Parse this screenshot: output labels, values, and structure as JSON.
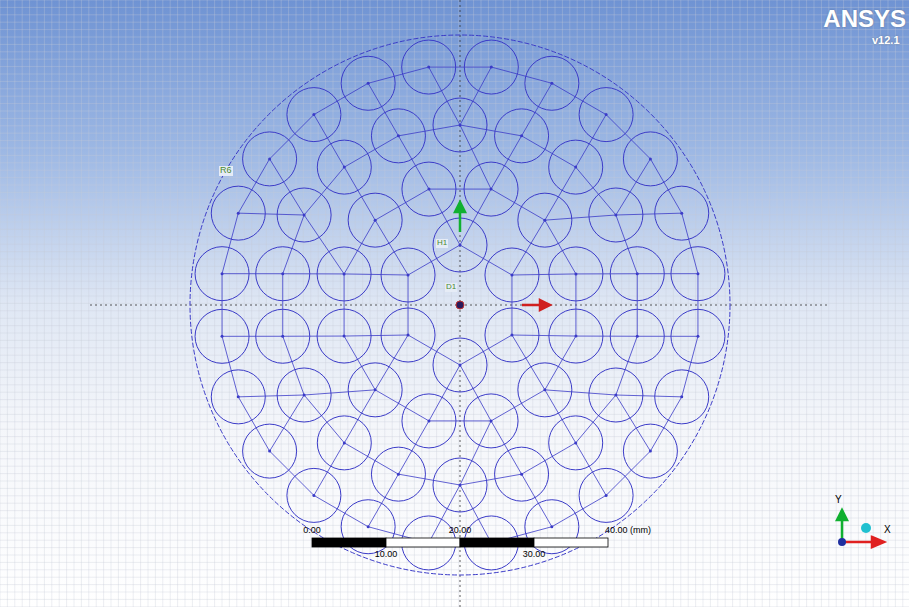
{
  "diagram": {
    "labels": [
      "ANSYS",
      "v12.1",
      "R6",
      "H1",
      "D1",
      "0.00",
      "20.00",
      "40.00 (mm)",
      "10.00",
      "30.00",
      "Y",
      "X"
    ]
  }
}
